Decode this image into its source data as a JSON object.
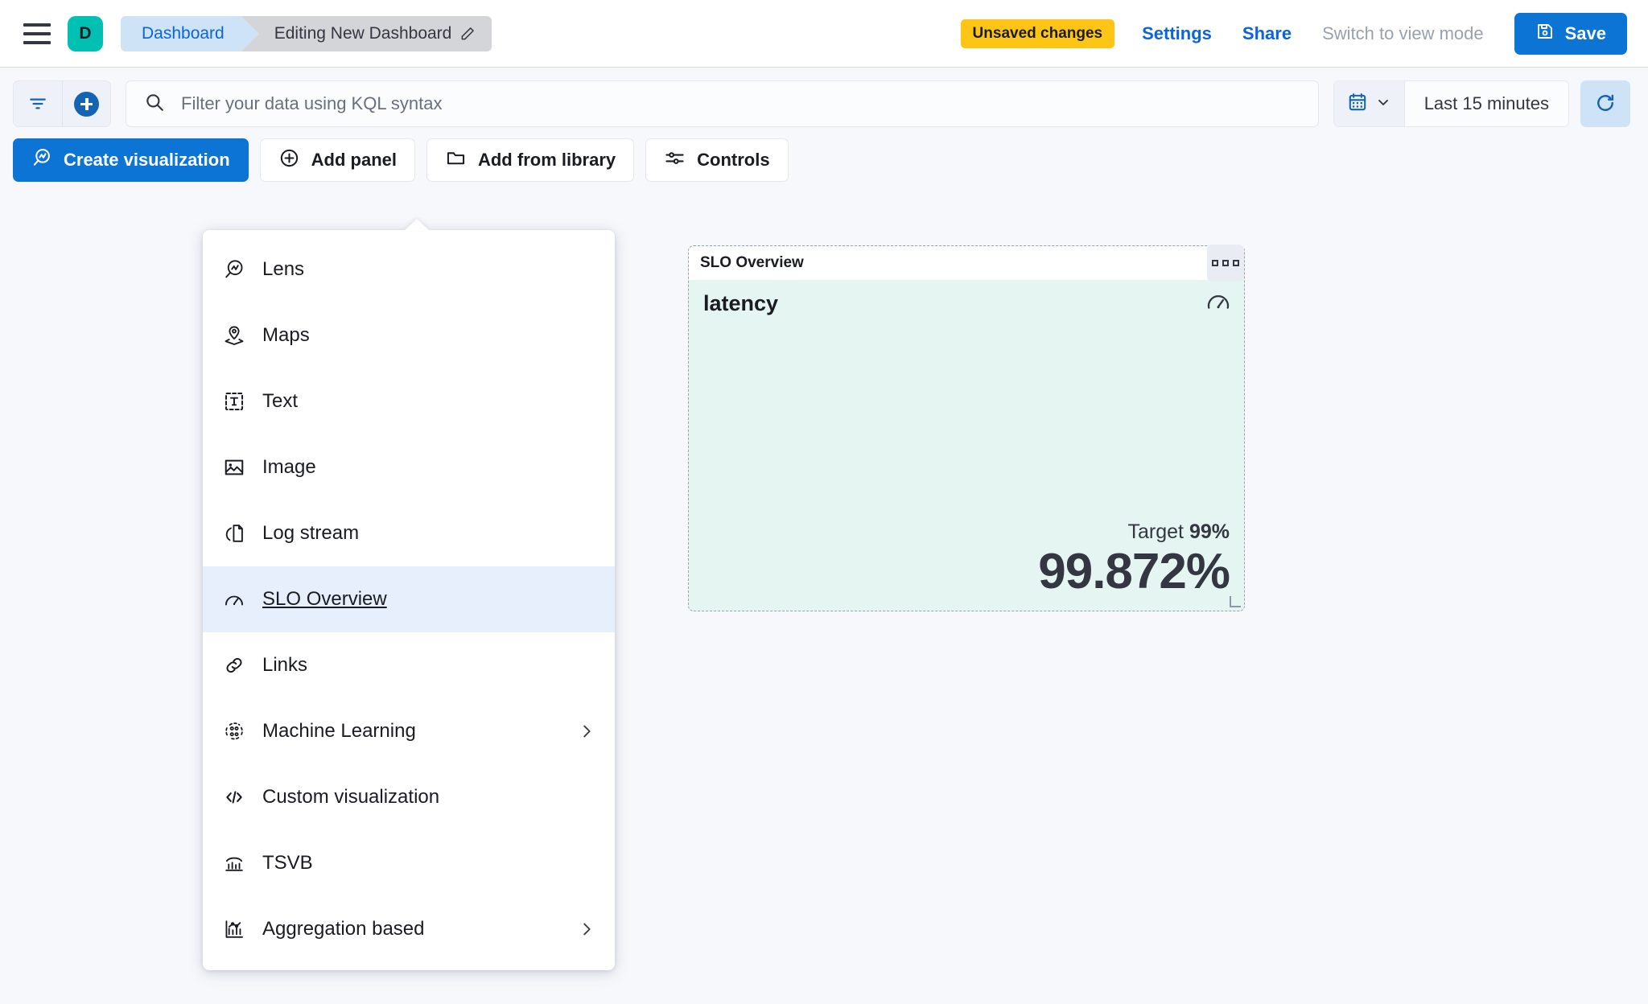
{
  "header": {
    "menu_icon": "hamburger-icon",
    "space_initial": "D",
    "breadcrumbs": [
      {
        "label": "Dashboard"
      },
      {
        "label": "Editing New Dashboard",
        "edit_icon": "pencil-icon"
      }
    ],
    "unsaved_badge": "Unsaved changes",
    "settings_link": "Settings",
    "share_link": "Share",
    "view_mode_link": "Switch to view mode",
    "save_label": "Save",
    "save_icon": "save-disk-icon",
    "accent_blue": "#0b74d4",
    "badge_yellow": "#fec514",
    "space_teal": "#00bfb3"
  },
  "query_bar": {
    "filter_icon": "filter-icon",
    "add_filter_icon": "plus-circle-icon",
    "search_icon": "search-icon",
    "placeholder": "Filter your data using KQL syntax",
    "value": "",
    "calendar_icon": "calendar-icon",
    "date_caret_icon": "chevron-down-icon",
    "time_range": "Last 15 minutes",
    "refresh_icon": "refresh-icon"
  },
  "toolbar": {
    "create_visualization": "Create visualization",
    "create_visualization_icon": "lens-icon",
    "add_panel": "Add panel",
    "add_panel_icon": "plus-circle-outline-icon",
    "add_from_library": "Add from library",
    "add_from_library_icon": "folder-icon",
    "controls": "Controls",
    "controls_icon": "sliders-icon"
  },
  "add_panel_menu": {
    "items": [
      {
        "label": "Lens",
        "icon": "lens-icon",
        "submenu": false,
        "selected": false
      },
      {
        "label": "Maps",
        "icon": "map-marker-layers-icon",
        "submenu": false,
        "selected": false
      },
      {
        "label": "Text",
        "icon": "text-box-icon",
        "submenu": false,
        "selected": false
      },
      {
        "label": "Image",
        "icon": "image-icon",
        "submenu": false,
        "selected": false
      },
      {
        "label": "Log stream",
        "icon": "log-stream-icon",
        "submenu": false,
        "selected": false
      },
      {
        "label": "SLO Overview",
        "icon": "gauge-icon",
        "submenu": false,
        "selected": true
      },
      {
        "label": "Links",
        "icon": "link-icon",
        "submenu": false,
        "selected": false
      },
      {
        "label": "Machine Learning",
        "icon": "machine-learning-icon",
        "submenu": true,
        "selected": false
      },
      {
        "label": "Custom visualization",
        "icon": "code-icon",
        "submenu": false,
        "selected": false
      },
      {
        "label": "TSVB",
        "icon": "tsvb-chart-icon",
        "submenu": false,
        "selected": false
      },
      {
        "label": "Aggregation based",
        "icon": "aggregation-chart-icon",
        "submenu": true,
        "selected": false
      }
    ],
    "chevron_icon": "chevron-right-icon"
  },
  "slo_panel": {
    "title": "SLO Overview",
    "context_menu_icon": "panel-context-menu-icon",
    "slo_name": "latency",
    "badge_icon": "gauge-icon",
    "target_label": "Target",
    "target_value": "99%",
    "current_value": "99.872%",
    "background": "#e4f5f2",
    "resize_handle_icon": "resize-handle-icon"
  }
}
